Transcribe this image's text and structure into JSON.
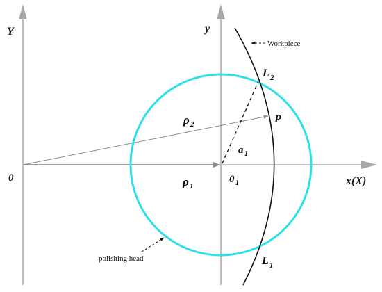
{
  "diagram": {
    "labels": {
      "origin": "0",
      "Y_axis": "Y",
      "y_axis": "y",
      "x_axis": "x(X)",
      "rho1": "ρ",
      "rho1_sub": "1",
      "rho2": "ρ",
      "rho2_sub": "2",
      "O1": "0",
      "O1_sub": "1",
      "a1": "a",
      "a1_sub": "1",
      "P": "P",
      "L1": "L",
      "L1_sub": "1",
      "L2": "L",
      "L2_sub": "2"
    },
    "annotations": {
      "workpiece": "Workpiece",
      "polishing_head": "polishing head"
    },
    "colors": {
      "circle": "#2ee0e6",
      "axes": "#a8a8a8",
      "vector": "#8c8c8c",
      "curve": "#111111"
    }
  }
}
